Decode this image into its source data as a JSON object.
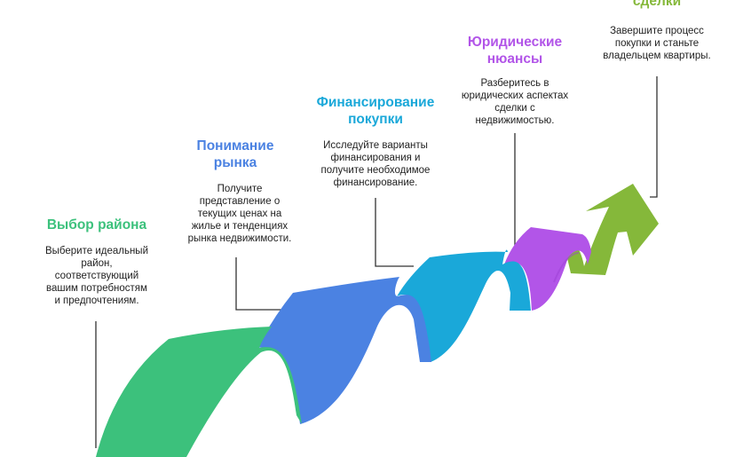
{
  "colors": {
    "step1": "#3cc17c",
    "step2": "#4b82e2",
    "step3": "#1aa8d9",
    "step4": "#b255e8",
    "step5": "#85b83a",
    "connector": "#333333",
    "text": "#222222"
  },
  "steps": [
    {
      "title": "Выбор района",
      "description": "Выберите идеальный\nрайон,\nсоответствующий\nвашим потребностям\nи предпочтениям."
    },
    {
      "title": "Понимание\nрынка",
      "description": "Получите\nпредставление о\nтекущих ценах на\nжилье и тенденциях\nрынка недвижимости."
    },
    {
      "title": "Финансирование\nпокупки",
      "description": "Исследуйте варианты\nфинансирования и\nполучите необходимое\nфинансирование."
    },
    {
      "title": "Юридические\nнюансы",
      "description": "Разберитесь в\nюридических аспектах\nсделки с\nнедвижимостью."
    },
    {
      "title": "сделки",
      "description": "Завершите процесс\nпокупки и станьте\nвладельцем квартиры."
    }
  ]
}
